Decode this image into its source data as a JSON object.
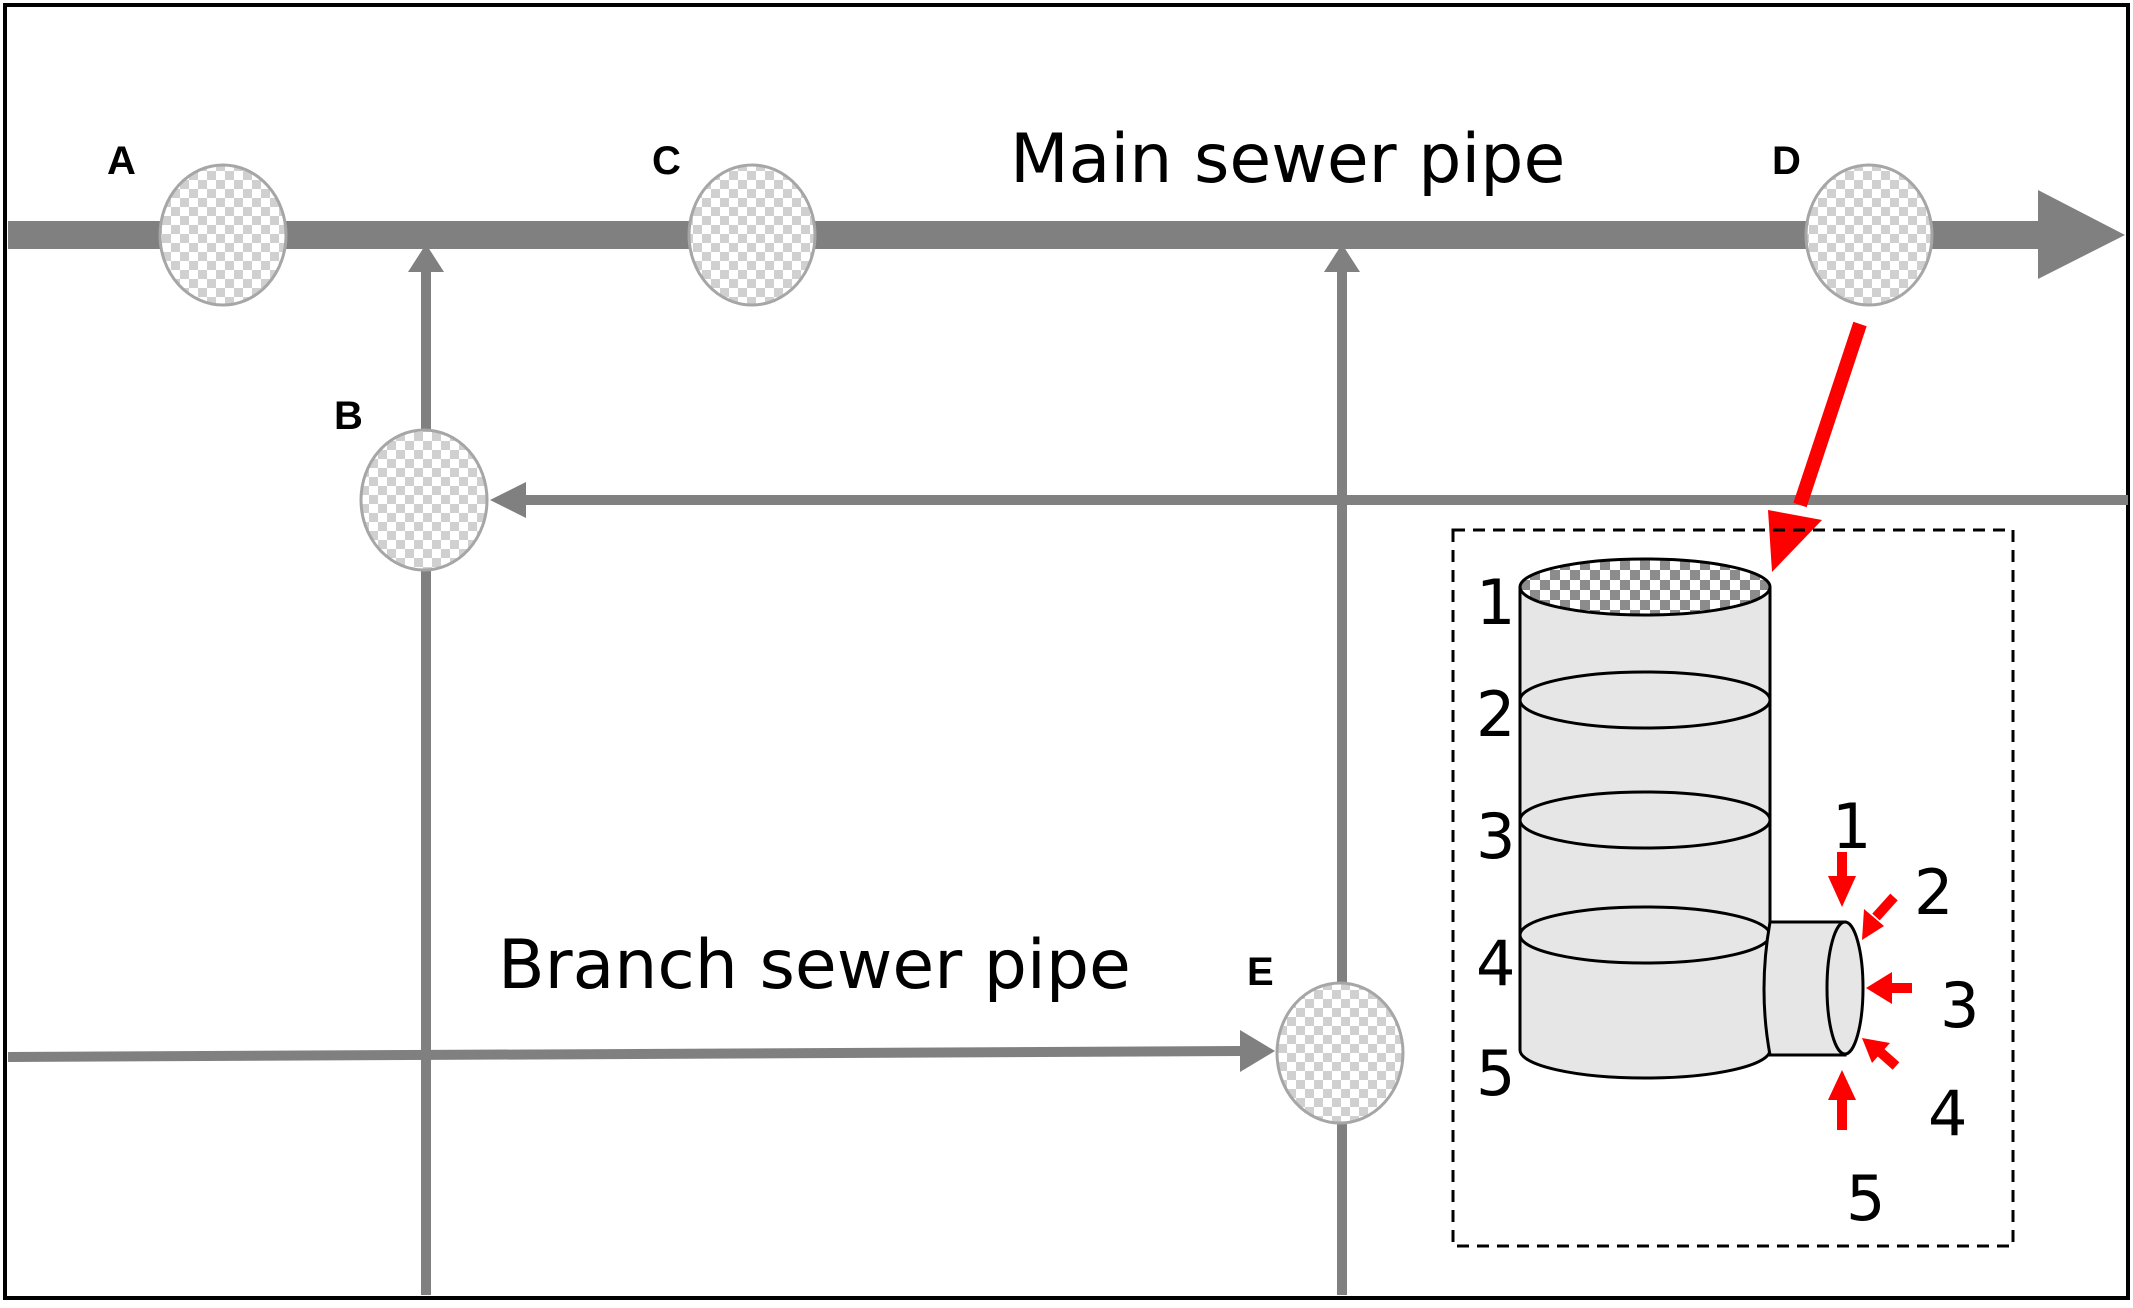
{
  "labels": {
    "main_pipe": "Main sewer pipe",
    "branch_pipe": "Branch sewer pipe"
  },
  "manholes": [
    "A",
    "B",
    "C",
    "D",
    "E"
  ],
  "detail": {
    "manhole_levels": [
      "1",
      "2",
      "3",
      "4",
      "5"
    ],
    "pipe_inlet_levels": [
      "1",
      "2",
      "3",
      "4",
      "5"
    ]
  },
  "colors": {
    "pipe": "#808080",
    "manhole_fill": "#d9d9d9",
    "callout_arrow": "#ff0000",
    "cylinder_fill": "#e6e6e6"
  }
}
